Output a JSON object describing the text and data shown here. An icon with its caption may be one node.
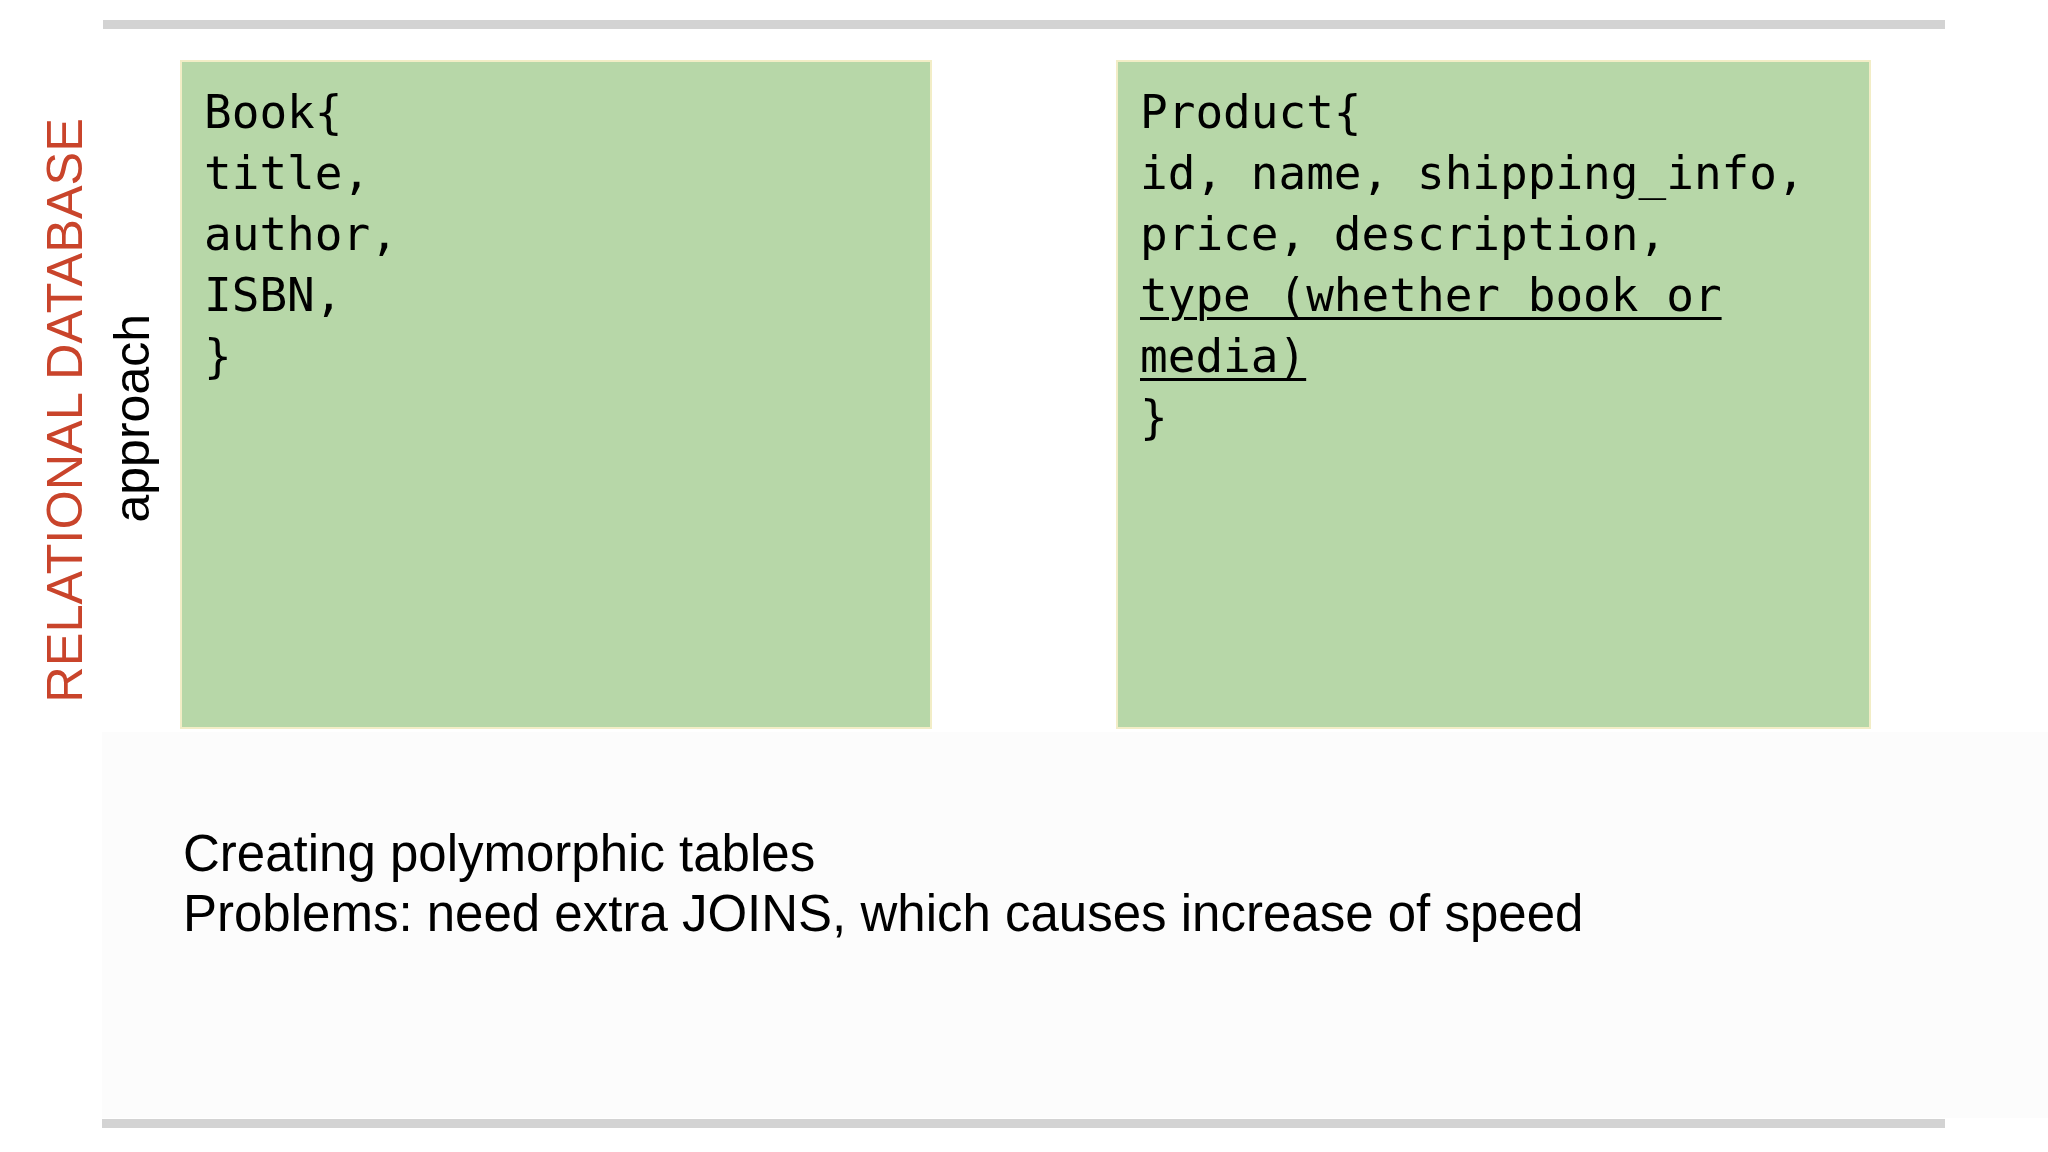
{
  "diagram": {
    "nodes": [
      {
        "text": [
          "Book{",
          "title,",
          "author,",
          "ISBN,",
          "}"
        ]
      },
      {
        "text": [
          "Product{",
          "id, name, shipping_info,",
          "price, description,",
          "type (whether book or media)",
          "}"
        ]
      }
    ],
    "labels": [
      "RELATIONAL DATABASE",
      "approach",
      "Creating polymorphic tables",
      "Problems: need extra JOINS, which causes increase of speed"
    ]
  }
}
